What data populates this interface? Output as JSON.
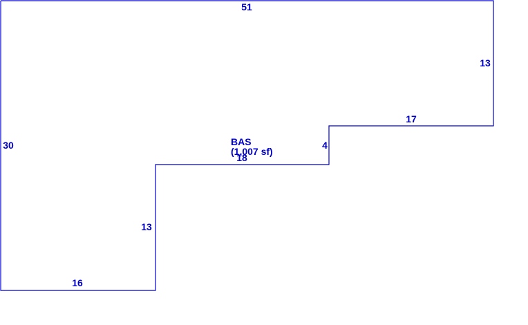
{
  "colors": {
    "line": "#0000cc",
    "text": "#0000cc",
    "background": "#ffffff"
  },
  "area": {
    "code": "BAS",
    "size": "(1,007 sf)"
  },
  "dimensions": {
    "top": "51",
    "right": "13",
    "step_upper": "17",
    "step_riser": "4",
    "step_middle": "18",
    "step_lower_riser": "13",
    "bottom": "16",
    "left": "30"
  }
}
